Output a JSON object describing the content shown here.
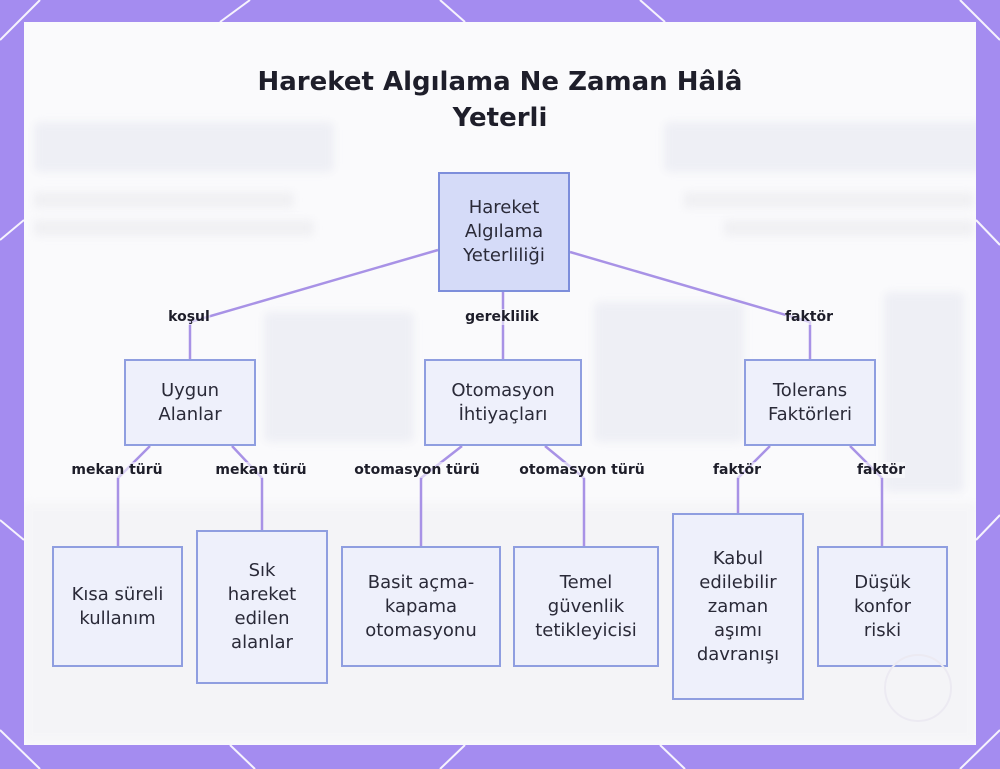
{
  "colors": {
    "frame": "#a48cf0",
    "panel": "#fafafc",
    "node_border": "#8f9ee0",
    "node_fill": "#eef0fb",
    "root_fill": "#d5dbf8",
    "edge": "#a892e6"
  },
  "diagram": {
    "title": "Hareket Algılama Ne Zaman Hâlâ Yeterli",
    "nodes": {
      "root": "Hareket Algılama Yeterliliği",
      "uygun_alanlar": "Uygun Alanlar",
      "otomasyon_ihtiyaclari": "Otomasyon İhtiyaçları",
      "tolerans_faktorleri": "Tolerans Faktörleri",
      "kisa_sureli": "Kısa süreli kullanım",
      "sik_hareket": "Sık hareket edilen alanlar",
      "basit_acma": "Basit açma-kapama otomasyonu",
      "temel_guvenlik": "Temel güvenlik tetikleyicisi",
      "kabul_edilebilir": "Kabul edilebilir zaman aşımı davranışı",
      "dusuk_konfor": "Düşük konfor riski"
    },
    "edge_labels": {
      "kosul": "koşul",
      "gereklilik": "gereklilik",
      "faktor_top": "faktör",
      "mekan_turu_1": "mekan türü",
      "mekan_turu_2": "mekan türü",
      "otomasyon_turu_1": "otomasyon türü",
      "otomasyon_turu_2": "otomasyon türü",
      "faktor_1": "faktör",
      "faktor_2": "faktör"
    }
  }
}
